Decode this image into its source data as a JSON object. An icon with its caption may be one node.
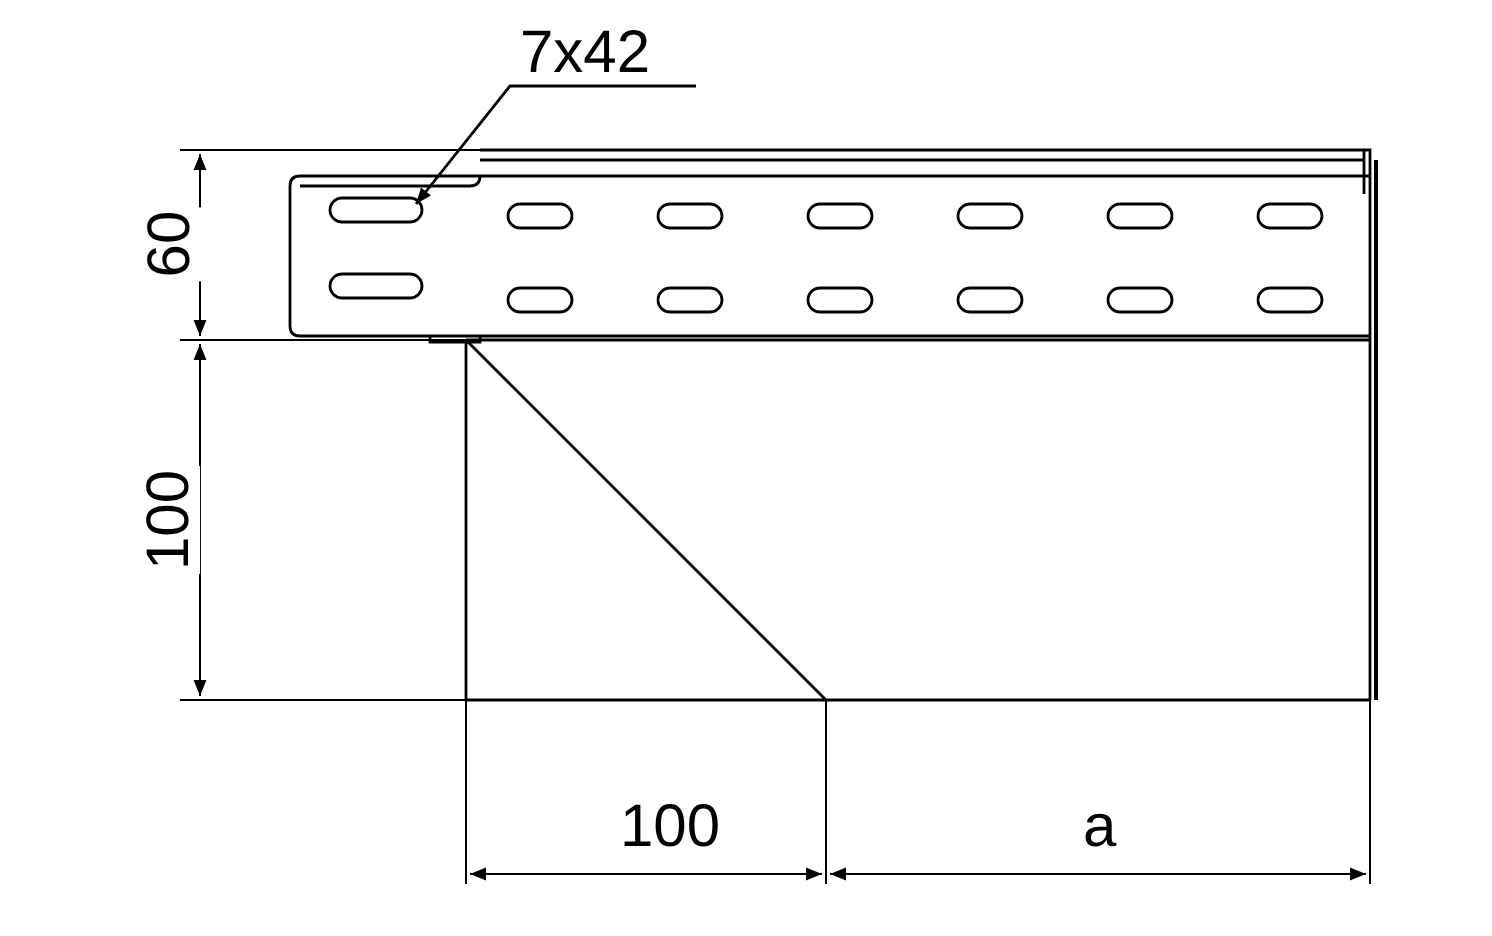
{
  "diagram": {
    "nodes": [
      {
        "text": [
          "7x42"
        ]
      },
      {
        "text": [],
        "shape": "slot"
      }
    ],
    "edges": [
      {
        "from": 0,
        "to": 1,
        "arrow": "to"
      }
    ],
    "labels": [
      "60",
      "100",
      "100",
      "a"
    ]
  }
}
